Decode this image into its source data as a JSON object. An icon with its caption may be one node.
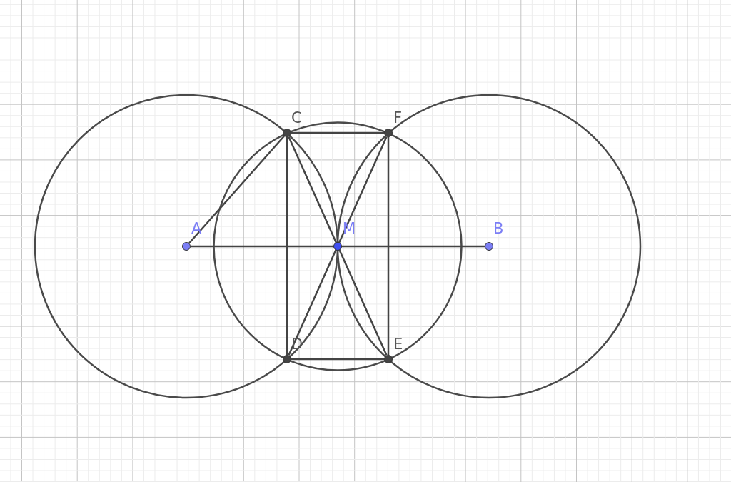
{
  "diagram": {
    "nodes": [
      {
        "text": [
          "A"
        ]
      },
      {
        "text": [
          "M"
        ]
      },
      {
        "text": [
          "B"
        ]
      },
      {
        "text": [
          "C"
        ]
      },
      {
        "text": [
          "F"
        ]
      },
      {
        "text": [
          "D"
        ]
      },
      {
        "text": [
          "E"
        ]
      }
    ],
    "edges": [
      {
        "from": 0,
        "to": 3,
        "arrow": "none"
      },
      {
        "from": 0,
        "to": 2,
        "arrow": "none"
      },
      {
        "from": 3,
        "to": 4,
        "arrow": "none"
      },
      {
        "from": 5,
        "to": 6,
        "arrow": "none"
      },
      {
        "from": 3,
        "to": 5,
        "arrow": "none"
      },
      {
        "from": 4,
        "to": 6,
        "arrow": "none"
      },
      {
        "from": 3,
        "to": 6,
        "arrow": "none"
      },
      {
        "from": 4,
        "to": 5,
        "arrow": "none"
      }
    ]
  }
}
